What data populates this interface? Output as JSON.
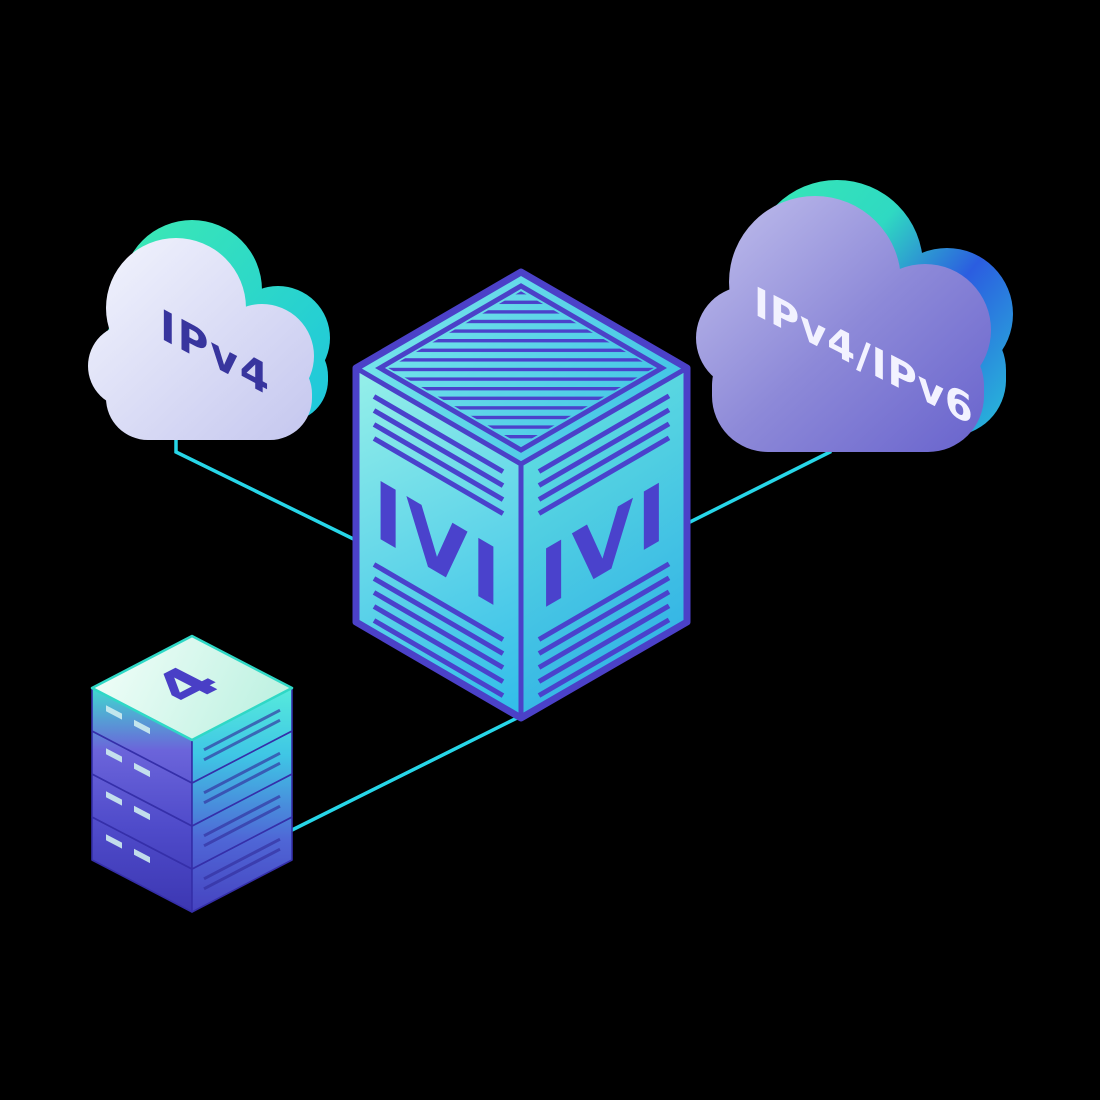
{
  "scene": {
    "background": "#000000",
    "description": "Isometric illustration: an IVI translator box connected to an IPv4 cloud, an IPv4/IPv6 cloud and a server stack"
  },
  "colors": {
    "background": "#000000",
    "connection": "#27d6e8",
    "box_outline": "#4b41c8",
    "box_face_text": "#4a42cc",
    "cloud_ipv4_text": "#38359e",
    "cloud_dual_text": "#f2f2ff",
    "server_label_text": "#493fc6",
    "accent_teal": "#38ecb2",
    "accent_blue": "#2b5de0",
    "cloud_ipv4_fill": "#d9dbf4",
    "cloud_dual_fill": "#8d89d8"
  },
  "labels": {
    "cloud_ipv4": "IPv4",
    "cloud_dual": "IPv4/IPv6",
    "box_left_face": "IVI",
    "box_right_face": "IVI",
    "server_stack": "4"
  }
}
